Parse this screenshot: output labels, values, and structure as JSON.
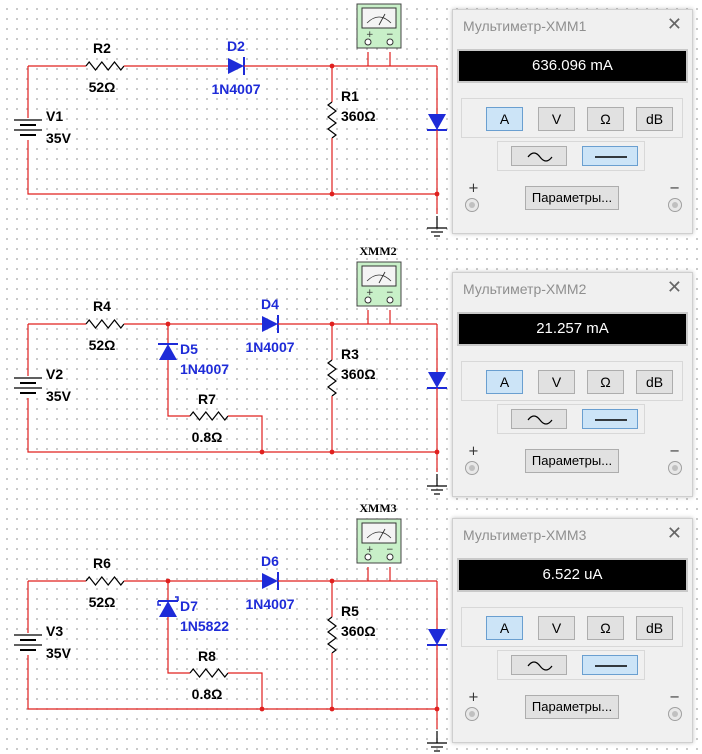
{
  "circuits": [
    {
      "battery": {
        "name": "V1",
        "value": "35V"
      },
      "resistor_top": {
        "name": "R2",
        "value": "52Ω"
      },
      "diode_main": {
        "name": "D2",
        "model": "1N4007"
      },
      "resistor_load": {
        "name": "R1",
        "value": "360Ω"
      },
      "meter_label": ""
    },
    {
      "battery": {
        "name": "V2",
        "value": "35V"
      },
      "resistor_top": {
        "name": "R4",
        "value": "52Ω"
      },
      "diode_main": {
        "name": "D4",
        "model": "1N4007"
      },
      "diode_shunt": {
        "name": "D5",
        "model": "1N4007"
      },
      "resistor_shunt": {
        "name": "R7",
        "value": "0.8Ω"
      },
      "resistor_load": {
        "name": "R3",
        "value": "360Ω"
      },
      "meter_label": "XMM2"
    },
    {
      "battery": {
        "name": "V3",
        "value": "35V"
      },
      "resistor_top": {
        "name": "R6",
        "value": "52Ω"
      },
      "diode_main": {
        "name": "D6",
        "model": "1N4007"
      },
      "diode_shunt": {
        "name": "D7",
        "model": "1N5822"
      },
      "resistor_shunt": {
        "name": "R8",
        "value": "0.8Ω"
      },
      "resistor_load": {
        "name": "R5",
        "value": "360Ω"
      },
      "meter_label": "XMM3"
    }
  ],
  "multimeters": [
    {
      "title": "Мультиметр-XMM1",
      "reading": "636.096 mA"
    },
    {
      "title": "Мультиметр-XMM2",
      "reading": "21.257 mA"
    },
    {
      "title": "Мультиметр-XMM3",
      "reading": "6.522 uA"
    }
  ],
  "multimeter_controls": {
    "mode_buttons": [
      "A",
      "V",
      "Ω",
      "dB"
    ],
    "active_mode": "A",
    "active_wave": "dc",
    "params_label": "Параметры...",
    "plus": "+",
    "minus": "−",
    "close": "✕"
  },
  "colors": {
    "wire": "#e0201e",
    "diode": "#1e2bd8",
    "junction": "#e0201e",
    "active_button": "#cce4f7"
  }
}
